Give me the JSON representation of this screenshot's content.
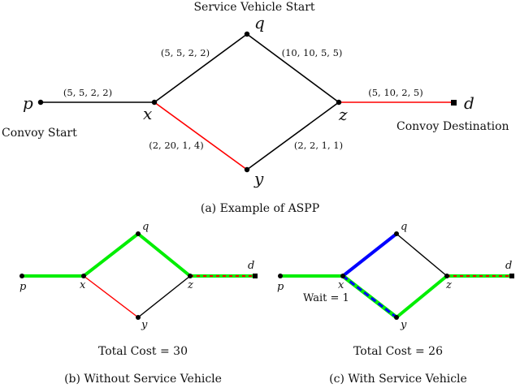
{
  "colors": {
    "black_edge": "#000000",
    "red_edge": "#ff0000",
    "green_path": "#00ee00",
    "blue_path": "#0000ff",
    "node": "#000000"
  },
  "diagram_a": {
    "caption": "(a) Example of ASPP",
    "nodes": {
      "p": "p",
      "q": "q",
      "x": "x",
      "y": "y",
      "z": "z",
      "d": "d"
    },
    "labels": {
      "service_start": "Service Vehicle Start",
      "convoy_start": "Convoy Start",
      "convoy_destination": "Convoy Destination"
    },
    "edge_weights": {
      "px": "(5, 5, 2, 2)",
      "xq": "(5, 5, 2, 2)",
      "qz": "(10, 10, 5, 5)",
      "zd": "(5, 10, 2, 5)",
      "xy": "(2, 20, 1, 4)",
      "yz": "(2, 2, 1, 1)"
    }
  },
  "diagram_b": {
    "caption": "(b) Without Service Vehicle",
    "total_cost": "Total Cost = 30",
    "nodes": {
      "p": "p",
      "q": "q",
      "x": "x",
      "y": "y",
      "z": "z",
      "d": "d"
    }
  },
  "diagram_c": {
    "caption": "(c) With Service Vehicle",
    "total_cost": "Total Cost = 26",
    "wait_label": "Wait = 1",
    "nodes": {
      "p": "p",
      "q": "q",
      "x": "x",
      "y": "y",
      "z": "z",
      "d": "d"
    }
  }
}
